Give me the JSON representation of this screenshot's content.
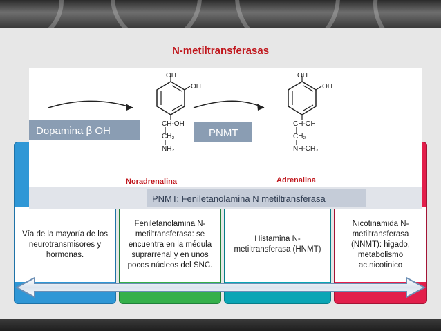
{
  "title": "N-metiltransferasas",
  "reaction": {
    "enzyme1": "Dopamina β OH",
    "enzyme2": "PNMT",
    "molecule1": {
      "name": "Noradrenalina",
      "oh_top": "OH",
      "oh_side": "OH",
      "chain1": "CH-OH",
      "chain2": "CH₂",
      "chain3": "NH₂"
    },
    "molecule2": {
      "name": "Adrenalina",
      "oh_top": "OH",
      "oh_side": "OH",
      "chain1": "CH-OH",
      "chain2": "CH₂",
      "chain3": "NH-CH₃"
    },
    "banner": "PNMT: Feniletanolamina N metiltransferasa"
  },
  "boxes": [
    {
      "text": "Vía de la mayoría de los neurotransmisores y hormonas.",
      "color": "#2f97d6"
    },
    {
      "text": "Feniletanolamina N-metiltransferasa: se encuentra en la médula suprarrenal y en unos pocos núcleos del SNC.",
      "color": "#35b04a"
    },
    {
      "text": "Histamina N-metiltransferasa (HNMT)",
      "color": "#0aa5b5"
    },
    {
      "text": "Nicotinamida N-metiltransferasa (NNMT): higado, metabolismo ac.nicotinico",
      "color": "#e21f4b"
    }
  ]
}
